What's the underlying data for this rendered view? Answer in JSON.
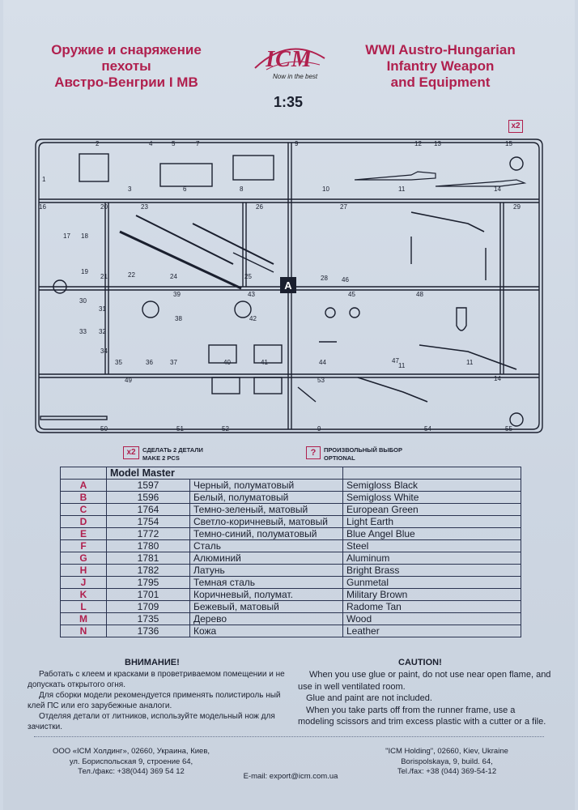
{
  "header": {
    "title_ru": "Оружие и снаряжение\nпехоты\nАвстро-Венгрии I МВ",
    "title_en": "WWI Austro-Hungarian\nInfantry Weapon\nand Equipment",
    "logo": "ICM",
    "logo_slogan": "Now in the best",
    "scale": "1:35",
    "qty_badge": "x2"
  },
  "sprue": {
    "frame_label": "A",
    "part_numbers": [
      "1",
      "2",
      "3",
      "4",
      "5",
      "6",
      "7",
      "8",
      "9",
      "10",
      "11",
      "11",
      "12",
      "13",
      "14",
      "14",
      "15",
      "16",
      "17",
      "18",
      "19",
      "20",
      "21",
      "22",
      "23",
      "24",
      "25",
      "26",
      "27",
      "28",
      "29",
      "30",
      "31",
      "32",
      "33",
      "34",
      "35",
      "36",
      "37",
      "38",
      "39",
      "40",
      "41",
      "42",
      "43",
      "44",
      "45",
      "46",
      "47",
      "48",
      "49",
      "50",
      "51",
      "52",
      "53",
      "54",
      "55",
      "11",
      "9"
    ]
  },
  "legend": {
    "x2_mark": "x2",
    "x2_text_ru": "СДЕЛАТЬ 2 ДЕТАЛИ",
    "x2_text_en": "MAKE 2 PCS",
    "optional_mark": "?",
    "optional_text_ru": "ПРОИЗВОЛЬНЫЙ ВЫБОР",
    "optional_text_en": "OPTIONAL"
  },
  "paint_table": {
    "header": "Model Master",
    "rows": [
      {
        "code": "A",
        "num": "1597",
        "ru": "Черный, полуматовый",
        "en": "Semigloss Black"
      },
      {
        "code": "B",
        "num": "1596",
        "ru": "Белый, полуматовый",
        "en": "Semigloss White"
      },
      {
        "code": "C",
        "num": "1764",
        "ru": "Темно-зеленый, матовый",
        "en": "European Green"
      },
      {
        "code": "D",
        "num": "1754",
        "ru": "Светло-коричневый, матовый",
        "en": "Light Earth"
      },
      {
        "code": "E",
        "num": "1772",
        "ru": "Темно-синий, полуматовый",
        "en": "Blue Angel Blue"
      },
      {
        "code": "F",
        "num": "1780",
        "ru": "Сталь",
        "en": "Steel"
      },
      {
        "code": "G",
        "num": "1781",
        "ru": "Алюминий",
        "en": "Aluminum"
      },
      {
        "code": "H",
        "num": "1782",
        "ru": "Латунь",
        "en": "Bright Brass"
      },
      {
        "code": "J",
        "num": "1795",
        "ru": "Темная сталь",
        "en": "Gunmetal"
      },
      {
        "code": "K",
        "num": "1701",
        "ru": "Коричневый, полумат.",
        "en": "Military Brown"
      },
      {
        "code": "L",
        "num": "1709",
        "ru": "Бежевый, матовый",
        "en": "Radome Tan"
      },
      {
        "code": "M",
        "num": "1735",
        "ru": "Дерево",
        "en": "Wood"
      },
      {
        "code": "N",
        "num": "1736",
        "ru": "Кожа",
        "en": "Leather"
      }
    ]
  },
  "warning_ru": {
    "title": "ВНИМАНИЕ!",
    "p1": "Работать с клеем и красками в проветриваемом помещении и не допускать открытого огня.",
    "p2": "Для сборки модели рекомендуется применять полистироль ный клей ПС или его зарубежные аналоги.",
    "p3": "Отделяя детали от литников, используйте модельный нож для зачистки."
  },
  "warning_en": {
    "title": "CAUTION!",
    "p1": "When you use glue or paint, do not use near open flame, and use in well ventilated room.",
    "p2": "Glue and paint are not included.",
    "p3": "When you take parts off from the runner frame, use a modeling scissors and trim excess plastic with a cutter or a file."
  },
  "footer": {
    "addr_ru": "ООО «ICM Холдинг», 02660, Украина, Киев,\nул. Бориспольская 9, строение 64,\nТел./факс: +38(044) 369 54 12",
    "addr_en": "\"ICM Holding\", 02660, Kiev, Ukraine\nBorispolskaya, 9, build. 64,\nTel./fax: +38 (044) 369-54-12",
    "email": "E-mail: export@icm.com.ua"
  },
  "colors": {
    "accent": "#b0204e",
    "ink": "#1a1f2e",
    "paper": "#d3dbe6"
  }
}
